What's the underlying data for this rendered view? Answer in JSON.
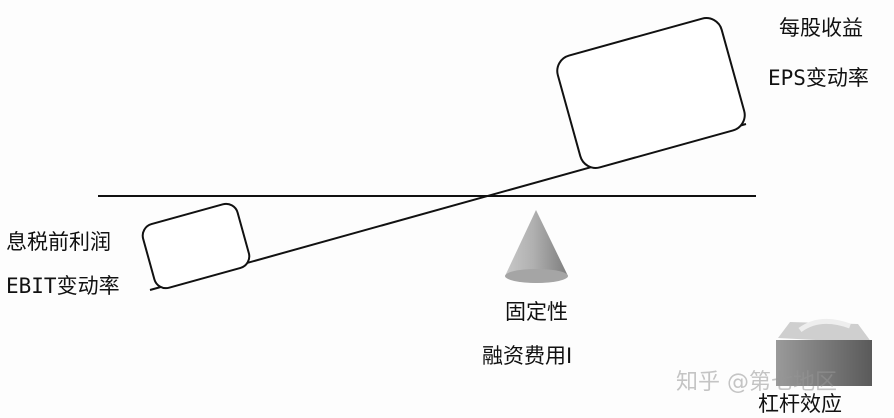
{
  "labels": {
    "eps_title": "每股收益",
    "eps_rate": "EPS变动率",
    "ebit_title": "息税前利润",
    "ebit_rate": "EBIT变动率",
    "fulcrum_title": "固定性",
    "fulcrum_sub": "融资费用I",
    "weight_caption": "杠杆效应"
  },
  "watermark": "知乎 @第七地区",
  "colors": {
    "line": "#111111",
    "cone": "#9a9a9a",
    "box": "#777777"
  }
}
